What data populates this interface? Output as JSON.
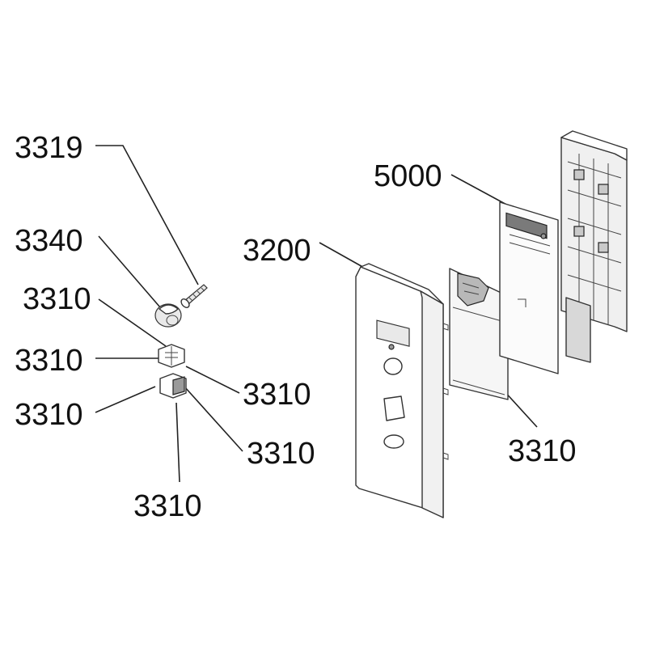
{
  "labels": {
    "screw": "3319",
    "knob": "3340",
    "button_upper_left": "3310",
    "button_mid_left": "3310",
    "button_lower_left": "3310",
    "button_mid_right": "3310",
    "button_lower_right": "3310",
    "button_bottom": "3310",
    "control_panel": "3200",
    "pcb": "5000",
    "membrane": "3310"
  }
}
